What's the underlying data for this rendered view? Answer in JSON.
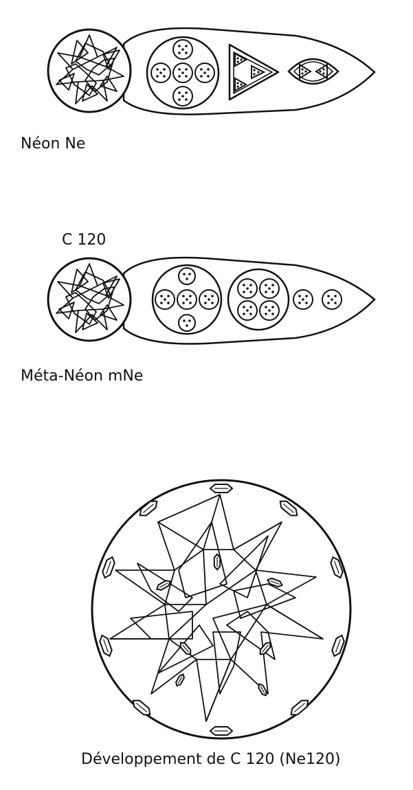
{
  "labels": {
    "neon": "Néon Ne",
    "c120": "C 120",
    "meta_neon": "Méta-Néon mNe",
    "development": "Développement de C 120 (Ne120)"
  }
}
